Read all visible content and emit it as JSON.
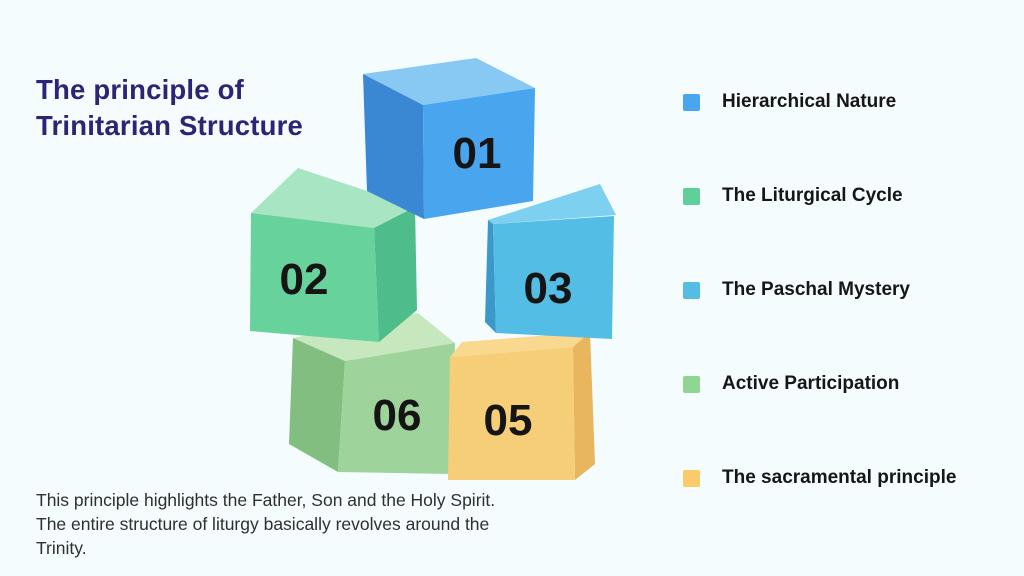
{
  "background_color": "#f4fcfd",
  "title": {
    "line1": "The principle of",
    "line2": "Trinitarian Structure",
    "color": "#2b2573"
  },
  "illustration": {
    "number_color": "#151515",
    "cubes": [
      {
        "label": "01",
        "faces": {
          "top": "#88c9f4",
          "side": "#3a87d4",
          "front": "#49a6ee"
        }
      },
      {
        "label": "02",
        "faces": {
          "top": "#a8e5c3",
          "side": "#4fbd8b",
          "front": "#67d29c"
        }
      },
      {
        "label": "03",
        "faces": {
          "top": "#7dd0ef",
          "side": "#3b99c9",
          "front": "#54bde6"
        }
      },
      {
        "label": "05",
        "faces": {
          "top": "#f9d98f",
          "side": "#e8b65d",
          "front": "#f7ce78"
        }
      },
      {
        "label": "06",
        "faces": {
          "top": "#c7e8be",
          "side": "#83be81",
          "front": "#9ed49b"
        }
      }
    ]
  },
  "legend": {
    "items": [
      {
        "label": "Hierarchical Nature",
        "color": "#49a6ee"
      },
      {
        "label": "The Liturgical Cycle",
        "color": "#5fd099"
      },
      {
        "label": "The Paschal Mystery",
        "color": "#55bce3"
      },
      {
        "label": "Active Participation",
        "color": "#90d592"
      },
      {
        "label": "The sacramental principle",
        "color": "#fbca6a"
      }
    ]
  },
  "description": {
    "text": "This principle highlights the Father, Son and the Holy Spirit. The entire structure of liturgy basically revolves around the Trinity."
  }
}
